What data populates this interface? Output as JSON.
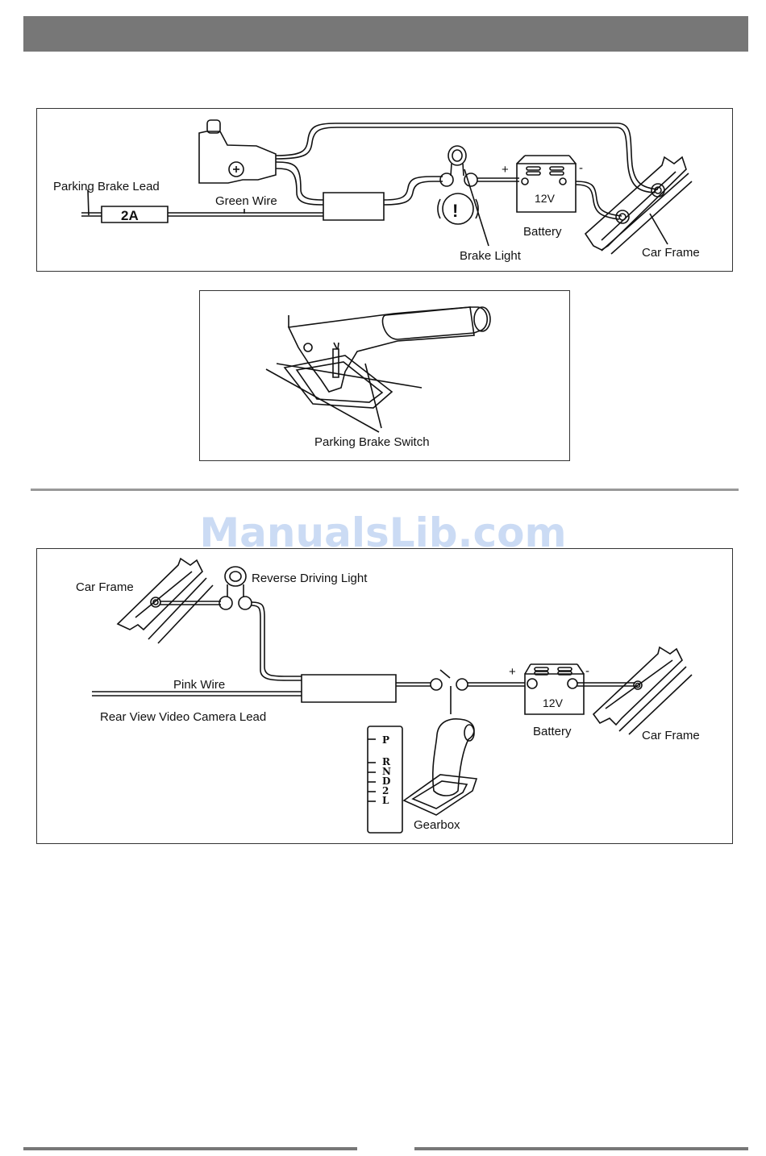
{
  "diagram1": {
    "labels": {
      "parking_brake_lead": "Parking Brake Lead",
      "fuse": "2A",
      "green_wire": "Green Wire",
      "battery_voltage": "12V",
      "plus": "+",
      "minus": "-",
      "battery": "Battery",
      "brake_light": "Brake Light",
      "car_frame": "Car Frame",
      "warning": "!"
    }
  },
  "diagram2": {
    "labels": {
      "switch": "Parking Brake Switch"
    }
  },
  "diagram3": {
    "labels": {
      "car_frame_left": "Car Frame",
      "reverse_light": "Reverse Driving Light",
      "pink_wire": "Pink Wire",
      "camera_lead": "Rear View Video Camera Lead",
      "gear_p": "P",
      "gear_r": "R",
      "gear_n": "N",
      "gear_d": "D",
      "gear_2": "2",
      "gear_l": "L",
      "gearbox": "Gearbox",
      "plus": "+",
      "minus": "-",
      "battery_voltage": "12V",
      "battery": "Battery",
      "car_frame_right": "Car Frame"
    }
  },
  "watermark": "ManualsLib.com",
  "colors": {
    "header_bar": "#777777",
    "watermark": "#a0bee8"
  }
}
